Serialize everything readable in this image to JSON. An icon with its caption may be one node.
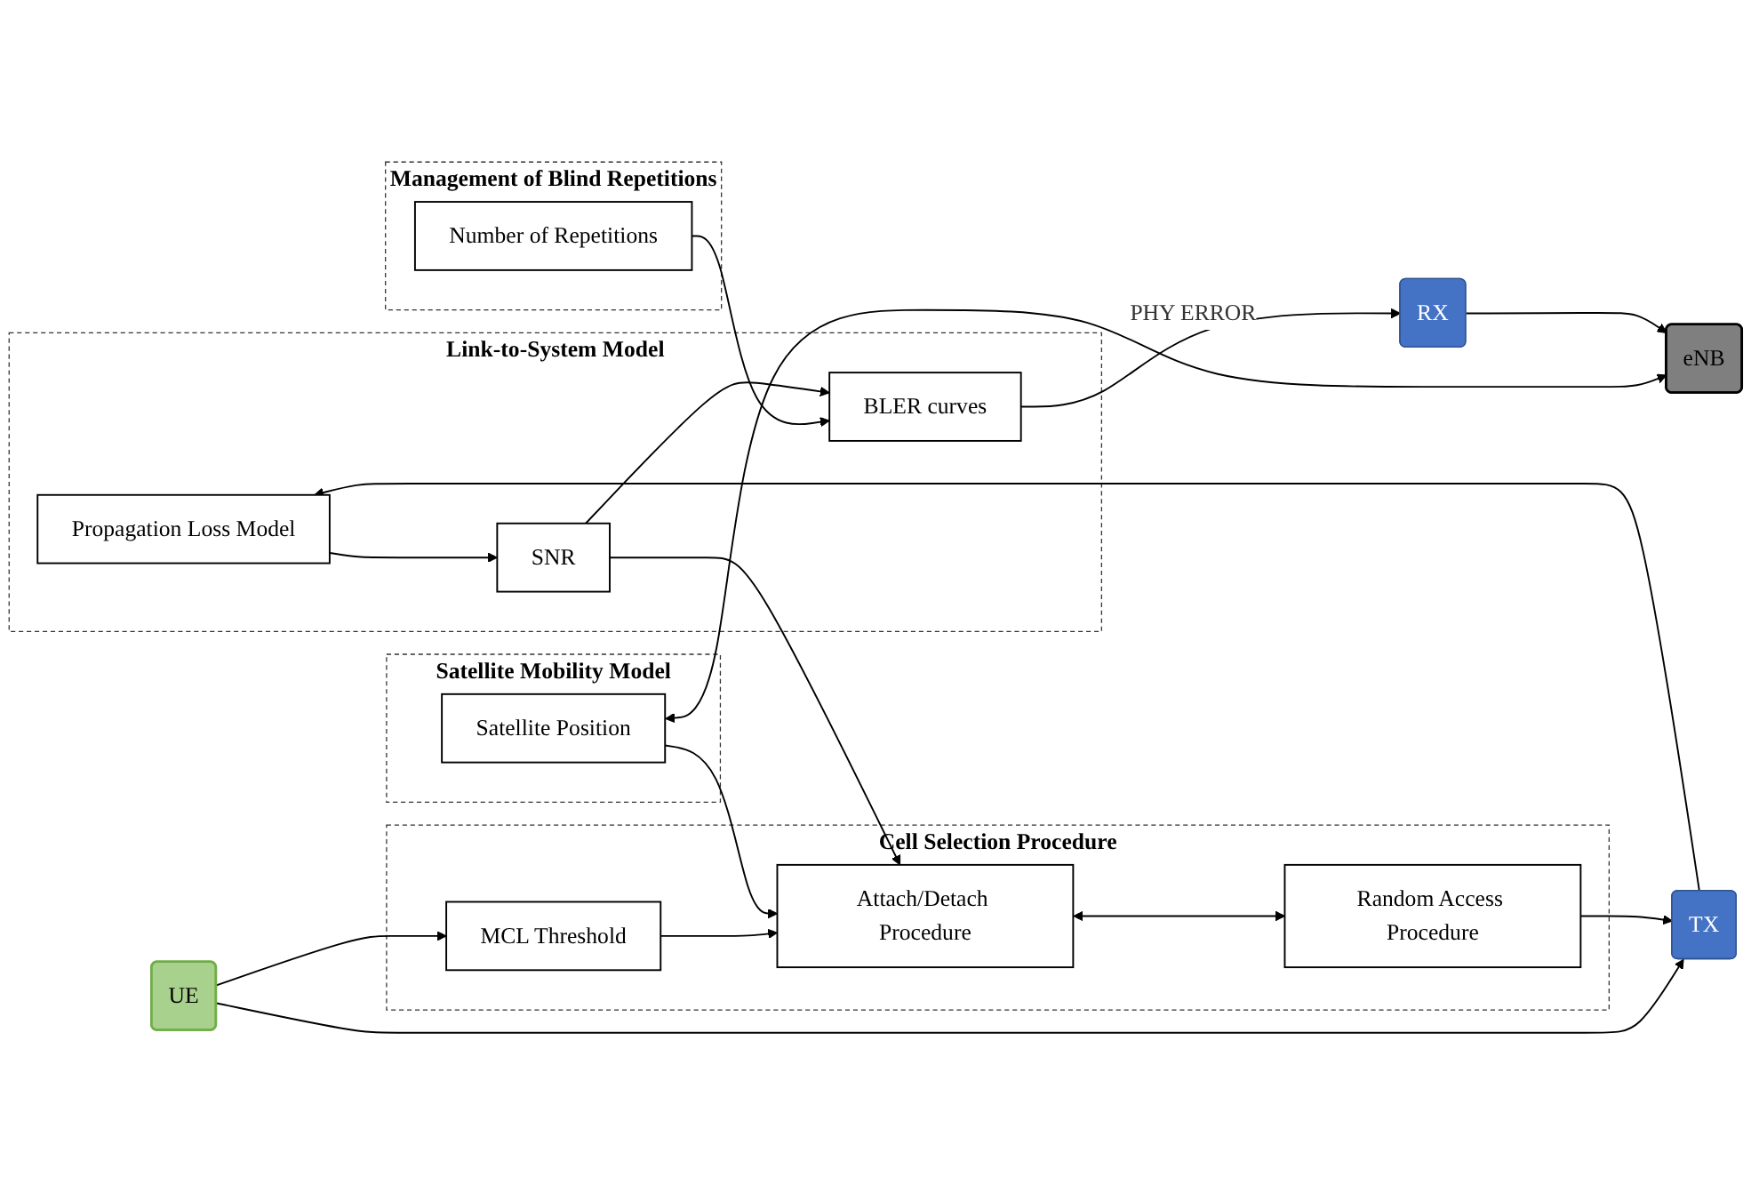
{
  "diagram": {
    "nodes": [
      {
        "text": [
          "Management of Blind Repetitions"
        ]
      },
      {
        "text": [
          "Number of Repetitions"
        ],
        "in": 0
      },
      {
        "text": [
          "Link-to-System Model"
        ]
      },
      {
        "text": [
          "Propagation Loss Model"
        ],
        "in": 2
      },
      {
        "text": [
          "SNR"
        ],
        "in": 2
      },
      {
        "text": [
          "BLER curves"
        ],
        "in": 2
      },
      {
        "text": [
          "TX"
        ]
      },
      {
        "text": [
          "RX"
        ]
      },
      {
        "text": [
          "Cell Selection Procedure"
        ]
      },
      {
        "text": [
          "MCL Threshold"
        ],
        "in": 8
      },
      {
        "text": [
          "Attach/Detach Procedure"
        ],
        "in": 8
      },
      {
        "text": [
          "Random Access Procedure"
        ],
        "in": 8
      },
      {
        "text": [
          "UE"
        ]
      },
      {
        "text": [
          "Satellite Mobility Model"
        ]
      },
      {
        "text": [
          "Satellite Position"
        ],
        "in": 13
      },
      {
        "text": [
          "eNB"
        ]
      }
    ],
    "edges": [
      {
        "from": 1,
        "to": 5,
        "arrow": "to"
      },
      {
        "from": 6,
        "to": 3,
        "arrow": "to"
      },
      {
        "from": 3,
        "to": 4,
        "arrow": "to"
      },
      {
        "from": 4,
        "to": 5,
        "arrow": "to"
      },
      {
        "from": 5,
        "to": 7,
        "label": "PHY ERROR",
        "arrow": "to"
      },
      {
        "from": 12,
        "to": 6,
        "arrow": "to"
      },
      {
        "from": 12,
        "to": 9,
        "arrow": "to"
      },
      {
        "from": 9,
        "to": 10,
        "arrow": "to"
      },
      {
        "from": 10,
        "to": 11,
        "arrow": "both"
      },
      {
        "from": 4,
        "to": 10,
        "arrow": "to"
      },
      {
        "from": 14,
        "to": 10,
        "arrow": "to"
      },
      {
        "from": 14,
        "to": 15,
        "arrow": "both"
      },
      {
        "from": 7,
        "to": 15,
        "arrow": "to"
      },
      {
        "from": 11,
        "to": 6,
        "arrow": "to"
      }
    ]
  }
}
